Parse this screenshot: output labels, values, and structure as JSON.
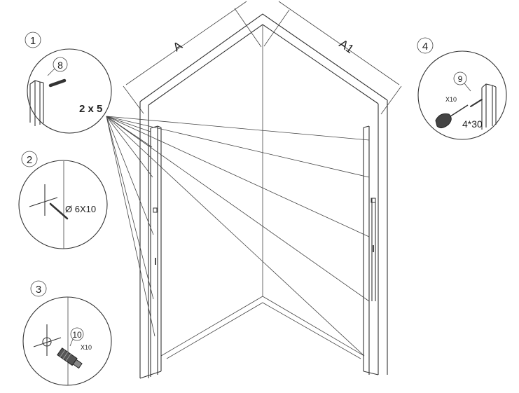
{
  "dimensions": {
    "left": "A",
    "right": "A1"
  },
  "quantity_label": "2 x 5",
  "steps": [
    {
      "number": "1",
      "part": "8"
    },
    {
      "number": "2",
      "drill_label": "Ø 6X10"
    },
    {
      "number": "3",
      "part": "10",
      "count": "X10"
    },
    {
      "number": "4",
      "part": "9",
      "count": "X10",
      "screw_size": "4*30"
    }
  ]
}
